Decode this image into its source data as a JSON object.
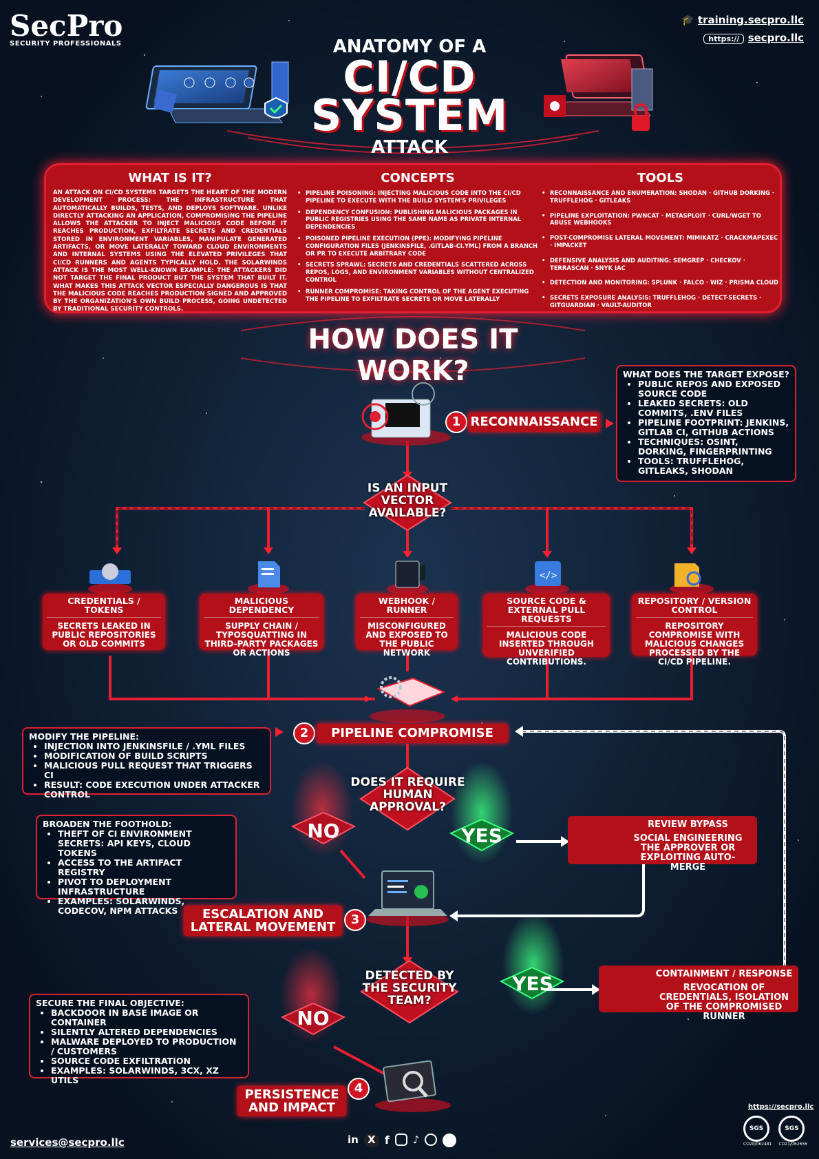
{
  "brand": {
    "name": "SecPro",
    "tagline": "SECURITY PROFESSIONALS"
  },
  "links": {
    "training": "training.secpro.llc",
    "https": "https://",
    "site": "secpro.llc"
  },
  "title": {
    "line1": "ANATOMY OF A",
    "line2": "CI/CD",
    "line3": "SYSTEM",
    "line4": "ATTACK"
  },
  "what": {
    "heading": "WHAT IS IT?",
    "body": "AN ATTACK ON CI/CD SYSTEMS TARGETS THE HEART OF THE MODERN DEVELOPMENT PROCESS: THE INFRASTRUCTURE THAT AUTOMATICALLY BUILDS, TESTS, AND DEPLOYS SOFTWARE. UNLIKE DIRECTLY ATTACKING AN APPLICATION, COMPROMISING THE PIPELINE ALLOWS THE ATTACKER TO INJECT MALICIOUS CODE BEFORE IT REACHES PRODUCTION, EXFILTRATE SECRETS AND CREDENTIALS STORED IN ENVIRONMENT VARIABLES, MANIPULATE GENERATED ARTIFACTS, OR MOVE LATERALLY TOWARD CLOUD ENVIRONMENTS AND INTERNAL SYSTEMS USING THE ELEVATED PRIVILEGES THAT CI/CD RUNNERS AND AGENTS TYPICALLY HOLD. THE SOLARWINDS ATTACK IS THE MOST WELL-KNOWN EXAMPLE: THE ATTACKERS DID NOT TARGET THE FINAL PRODUCT BUT THE SYSTEM THAT BUILT IT. WHAT MAKES THIS ATTACK VECTOR ESPECIALLY DANGEROUS IS THAT THE MALICIOUS CODE REACHES PRODUCTION SIGNED AND APPROVED BY THE ORGANIZATION'S OWN BUILD PROCESS, GOING UNDETECTED BY TRADITIONAL SECURITY CONTROLS."
  },
  "concepts": {
    "heading": "CONCEPTS",
    "items": [
      "PIPELINE POISONING: INJECTING MALICIOUS CODE INTO THE CI/CD PIPELINE TO EXECUTE WITH THE BUILD SYSTEM'S PRIVILEGES",
      "DEPENDENCY CONFUSION: PUBLISHING MALICIOUS PACKAGES IN PUBLIC REGISTRIES USING THE SAME NAME AS PRIVATE INTERNAL DEPENDENCIES",
      "POISONED PIPELINE EXECUTION (PPE): MODIFYING PIPELINE CONFIGURATION FILES (JENKINSFILE, .GITLAB-CI.YML) FROM A BRANCH OR PR TO EXECUTE ARBITRARY CODE",
      "SECRETS SPRAWL: SECRETS AND CREDENTIALS SCATTERED ACROSS REPOS, LOGS, AND ENVIRONMENT VARIABLES WITHOUT CENTRALIZED CONTROL",
      "RUNNER COMPROMISE: TAKING CONTROL OF THE AGENT EXECUTING THE PIPELINE TO EXFILTRATE SECRETS OR MOVE LATERALLY"
    ]
  },
  "tools": {
    "heading": "TOOLS",
    "items": [
      "RECONNAISSANCE AND ENUMERATION: SHODAN · GITHUB DORKING · TRUFFLEHOG · GITLEAKS",
      "PIPELINE EXPLOITATION: PWNCAT · METASPLOIT · CURL/WGET TO ABUSE WEBHOOKS",
      "POST-COMPROMISE LATERAL MOVEMENT: MIMIKATZ · CRACKMAPEXEC · IMPACKET",
      "DEFENSIVE ANALYSIS AND AUDITING: SEMGREP · CHECKOV · TERRASCAN · SNYK IAC",
      "DETECTION AND MONITORING: SPLUNK · FALCO · WIZ · PRISMA CLOUD",
      "SECRETS EXPOSURE ANALYSIS: TRUFFLEHOG · DETECT-SECRETS · GITGUARDIAN · VAULT-AUDITOR"
    ]
  },
  "how": "HOW DOES IT WORK?",
  "step1": {
    "num": "1",
    "label": "RECONNAISSANCE"
  },
  "expose": {
    "title": "WHAT DOES THE TARGET EXPOSE?",
    "items": [
      "PUBLIC REPOS AND EXPOSED SOURCE CODE",
      "LEAKED SECRETS: OLD COMMITS, .ENV FILES",
      "PIPELINE FOOTPRINT: JENKINS, GITLAB CI, GITHUB ACTIONS",
      "TECHNIQUES: OSINT, DORKING, FINGERPRINTING",
      "TOOLS: TRUFFLEHOG, GITLEAKS, SHODAN"
    ]
  },
  "q1": "IS AN INPUT VECTOR AVAILABLE?",
  "vectors": [
    {
      "title": "CREDENTIALS / TOKENS",
      "desc": "SECRETS LEAKED IN PUBLIC REPOSITORIES OR OLD COMMITS"
    },
    {
      "title": "MALICIOUS DEPENDENCY",
      "desc": "SUPPLY CHAIN / TYPOSQUATTING IN THIRD-PARTY PACKAGES OR ACTIONS"
    },
    {
      "title": "WEBHOOK / RUNNER",
      "desc": "MISCONFIGURED AND EXPOSED TO THE PUBLIC NETWORK"
    },
    {
      "title": "SOURCE CODE & EXTERNAL PULL REQUESTS",
      "desc": "MALICIOUS CODE INSERTED THROUGH UNVERIFIED CONTRIBUTIONS."
    },
    {
      "title": "REPOSITORY / VERSION CONTROL",
      "desc": "REPOSITORY COMPROMISE WITH MALICIOUS CHANGES PROCESSED BY THE CI/CD PIPELINE."
    }
  ],
  "step2": {
    "num": "2",
    "label": "PIPELINE COMPROMISE"
  },
  "modify": {
    "title": "MODIFY THE PIPELINE:",
    "items": [
      "INJECTION INTO JENKINSFILE / .YML FILES",
      "MODIFICATION OF BUILD SCRIPTS",
      "MALICIOUS PULL REQUEST THAT TRIGGERS CI",
      "RESULT: CODE EXECUTION UNDER ATTACKER CONTROL"
    ]
  },
  "q2": "DOES IT REQUIRE HUMAN APPROVAL?",
  "no": "NO",
  "yes": "YES",
  "bypass": {
    "title": "REVIEW BYPASS",
    "desc": "SOCIAL ENGINEERING THE APPROVER OR EXPLOITING AUTO-MERGE"
  },
  "broaden": {
    "title": "BROADEN THE FOOTHOLD:",
    "items": [
      "THEFT OF CI ENVIRONMENT SECRETS: API KEYS, CLOUD TOKENS",
      "ACCESS TO THE ARTIFACT REGISTRY",
      "PIVOT TO DEPLOYMENT INFRASTRUCTURE",
      "EXAMPLES: SOLARWINDS, CODECOV, NPM ATTACKS"
    ]
  },
  "step3": {
    "num": "3",
    "label": "ESCALATION AND LATERAL MOVEMENT"
  },
  "q3": "DETECTED BY THE SECURITY TEAM?",
  "contain": {
    "title": "CONTAINMENT / RESPONSE",
    "desc": "REVOCATION OF CREDENTIALS, ISOLATION OF THE COMPROMISED RUNNER"
  },
  "secure": {
    "title": "SECURE THE FINAL OBJECTIVE:",
    "items": [
      "BACKDOOR IN BASE IMAGE OR CONTAINER",
      "SILENTLY ALTERED DEPENDENCIES",
      "MALWARE DEPLOYED TO PRODUCTION / CUSTOMERS",
      "SOURCE CODE EXFILTRATION",
      "EXAMPLES: SOLARWINDS, 3CX, XZ UTILS"
    ]
  },
  "step4": {
    "num": "4",
    "label": "PERSISTENCE AND IMPACT"
  },
  "footer": {
    "email": "services@secpro.llc",
    "url": "https://secpro.llc",
    "cert1": "CO20/062481",
    "cert2": "CO21/062656",
    "cert_label": "SGS",
    "socials": [
      "in",
      "X",
      "f",
      "ig",
      "tiktok",
      "chat",
      "github"
    ]
  },
  "colors": {
    "bg": "#0b1a2e",
    "red": "#b3101a",
    "glow": "#ff1a30",
    "green": "#27d35a"
  }
}
